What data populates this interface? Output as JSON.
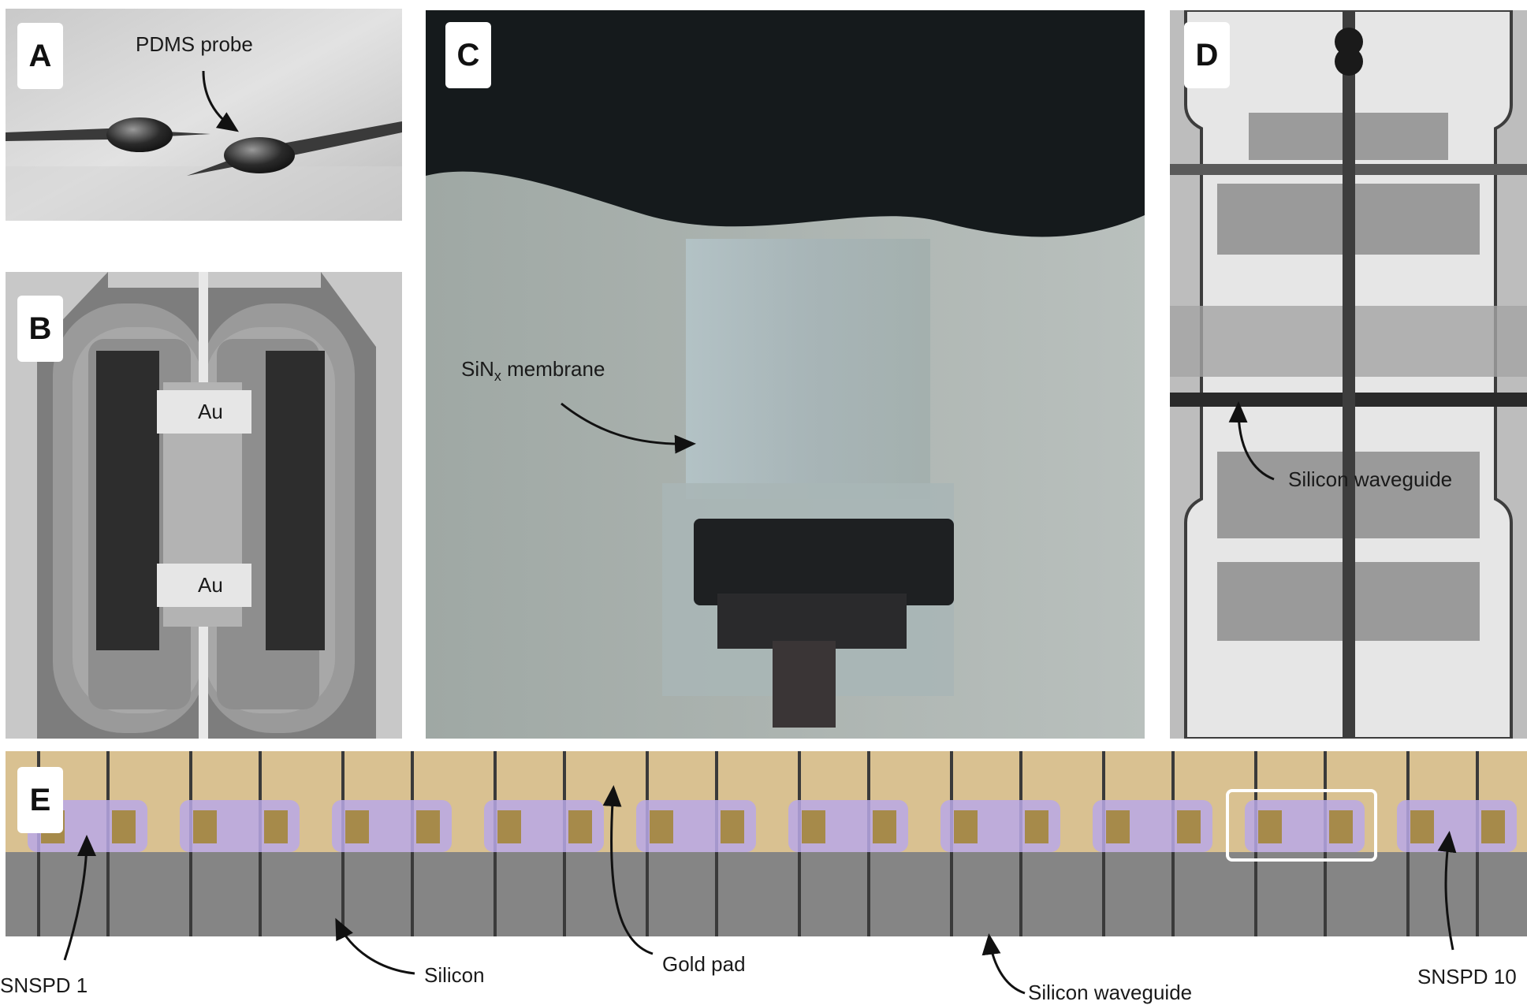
{
  "panels": {
    "a": {
      "letter": "A",
      "label": "PDMS probe"
    },
    "b": {
      "letter": "B",
      "label_top": "Au",
      "label_bottom": "Au"
    },
    "c": {
      "letter": "C",
      "label_main": "SiN",
      "label_sub": "x",
      "label_rest": " membrane"
    },
    "d": {
      "letter": "D",
      "label": "Silicon waveguide"
    },
    "e": {
      "letter": "E",
      "labels": {
        "snspd_first": "SNSPD 1",
        "silicon": "Silicon",
        "gold_pad": "Gold pad",
        "waveguide": "Silicon waveguide",
        "snspd_last": "SNSPD 10"
      }
    }
  },
  "colors": {
    "gold": "#d9c191",
    "silicon": "#858585",
    "snspd_overlay": "#b8a8e6",
    "arrow": "#111111"
  }
}
